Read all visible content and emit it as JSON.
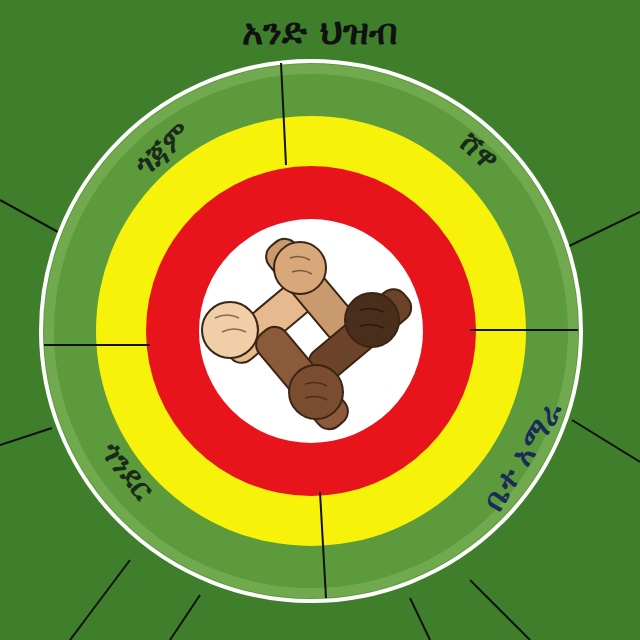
{
  "diagram": {
    "title": "አንድ ህዝብ",
    "labels": [
      "ጎጃም",
      "ሸዋ",
      "ቤተ አማራ",
      "ጎንደር"
    ]
  }
}
